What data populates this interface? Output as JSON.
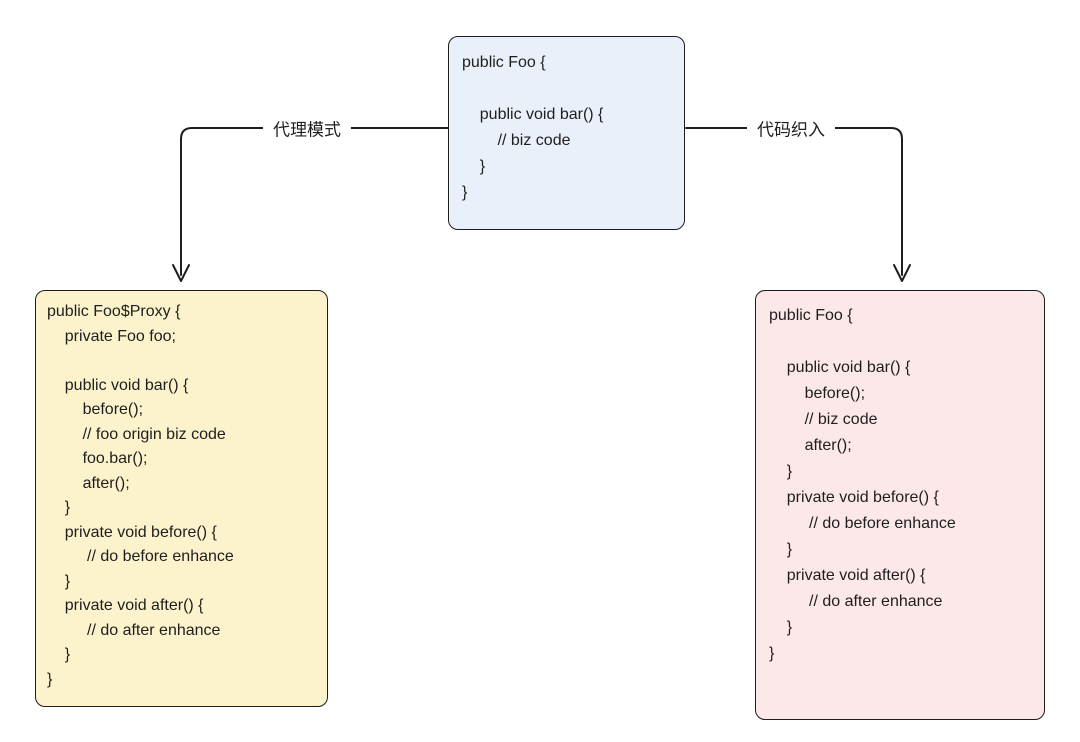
{
  "diagram": {
    "boxes": {
      "top": {
        "code": "public Foo {\n\n    public void bar() {\n        // biz code\n    }\n}"
      },
      "left": {
        "code": "public Foo$Proxy {\n    private Foo foo;\n\n    public void bar() {\n        before();\n        // foo origin biz code\n        foo.bar();\n        after();\n    }\n    private void before() {\n         // do before enhance\n    }\n    private void after() {\n         // do after enhance\n    }\n}"
      },
      "right": {
        "code": "public Foo {\n\n    public void bar() {\n        before();\n        // biz code\n        after();\n    }\n    private void before() {\n         // do before enhance\n    }\n    private void after() {\n         // do after enhance\n    }\n}"
      }
    },
    "edges": {
      "left_label": "代理模式",
      "right_label": "代码织入"
    }
  },
  "colors": {
    "stroke": "#1e1e1e",
    "top_box_bg": "#eaf0fa",
    "left_box_bg": "#fcf3cc",
    "right_box_bg": "#fce8e8",
    "canvas_bg": "#ffffff"
  }
}
